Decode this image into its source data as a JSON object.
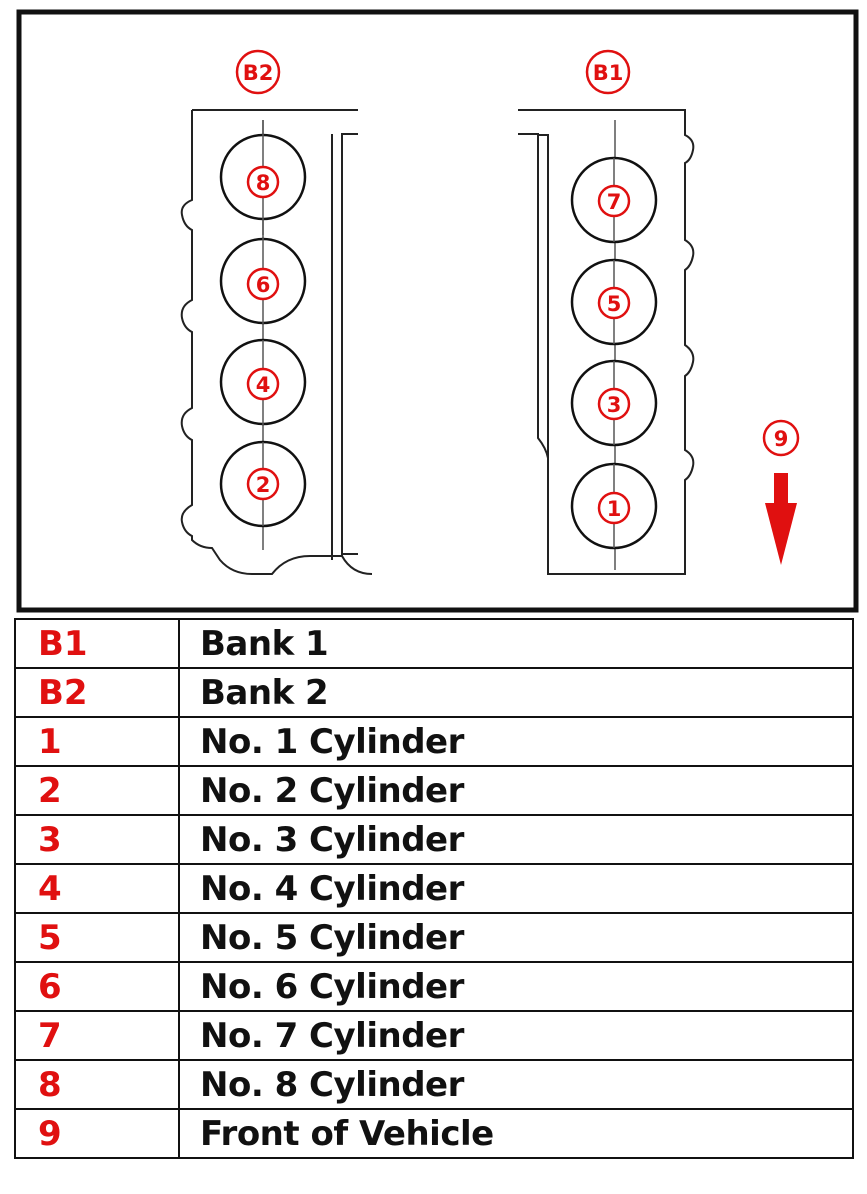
{
  "diagram": {
    "bank2_callout": "B2",
    "bank1_callout": "B1",
    "front_callout": "9",
    "bank2_cylinders": [
      "8",
      "6",
      "4",
      "2"
    ],
    "bank1_cylinders": [
      "7",
      "5",
      "3",
      "1"
    ],
    "accent_color": "#e01010",
    "line_color": "#111111"
  },
  "legend": {
    "rows": [
      {
        "key": "B1",
        "desc": "Bank 1"
      },
      {
        "key": "B2",
        "desc": "Bank 2"
      },
      {
        "key": "1",
        "desc": "No. 1 Cylinder"
      },
      {
        "key": "2",
        "desc": "No. 2 Cylinder"
      },
      {
        "key": "3",
        "desc": "No. 3 Cylinder"
      },
      {
        "key": "4",
        "desc": "No. 4 Cylinder"
      },
      {
        "key": "5",
        "desc": "No. 5 Cylinder"
      },
      {
        "key": "6",
        "desc": "No. 6 Cylinder"
      },
      {
        "key": "7",
        "desc": "No. 7 Cylinder"
      },
      {
        "key": "8",
        "desc": "No. 8 Cylinder"
      },
      {
        "key": "9",
        "desc": "Front of Vehicle"
      }
    ]
  }
}
